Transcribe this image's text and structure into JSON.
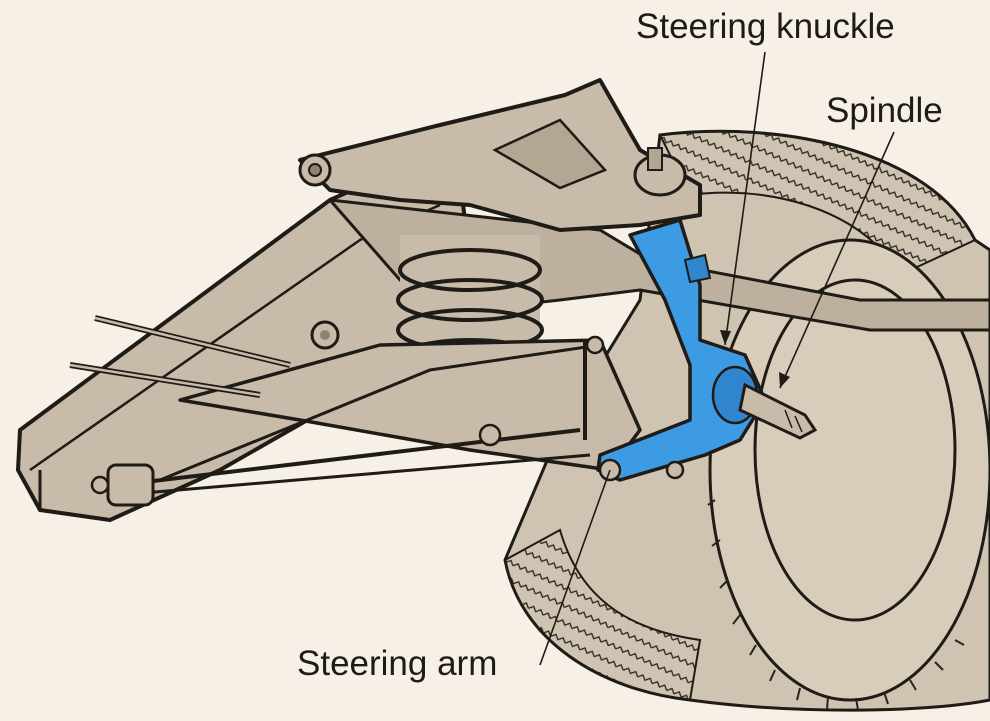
{
  "labels": {
    "steering_knuckle": "Steering knuckle",
    "spindle": "Spindle",
    "steering_arm": "Steering arm"
  },
  "colors": {
    "background": "#f6f0e6",
    "metal": "#c8bba9",
    "metal_shadow": "#a99c8a",
    "outline": "#1f1b16",
    "highlight_part": "#3d9be3",
    "tire": "#cfc3b2"
  }
}
